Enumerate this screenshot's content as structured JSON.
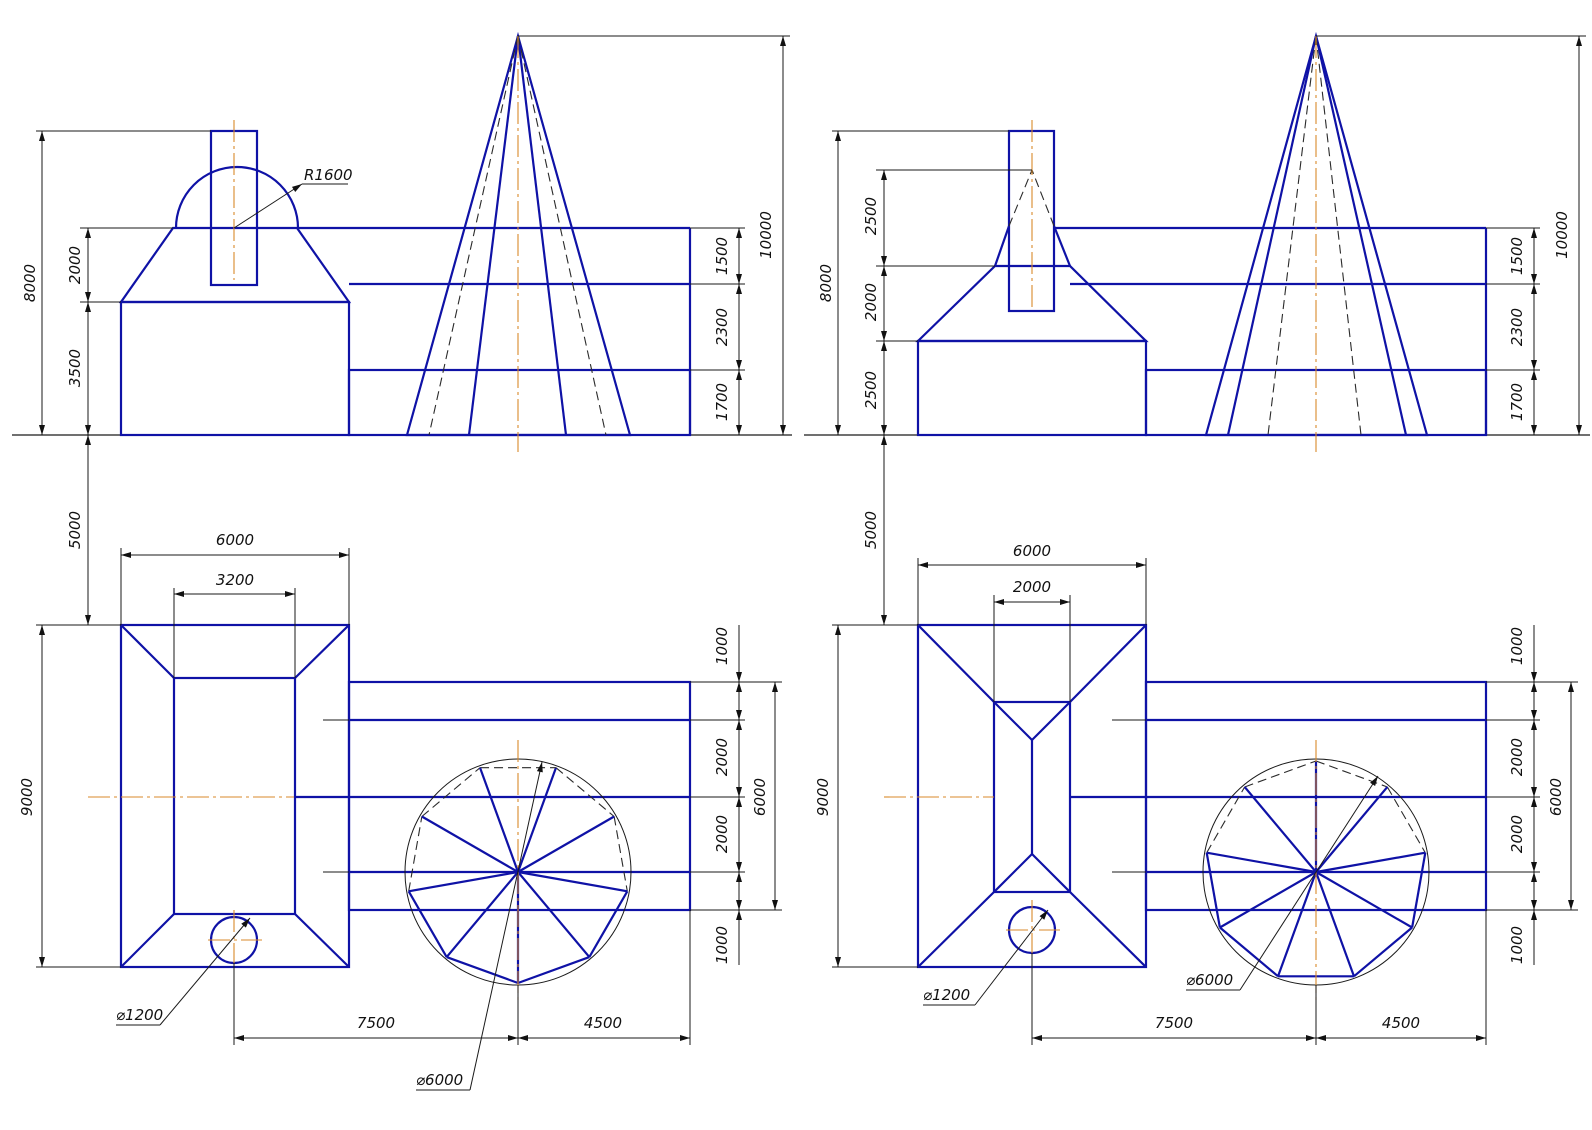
{
  "variants": [
    {
      "front": {
        "left_heights": [
          "8000",
          "2000",
          "3500"
        ],
        "radius": "R1600",
        "right_heights": [
          "1500",
          "2300",
          "1700"
        ],
        "total_height": "10000"
      },
      "gap": "5000",
      "plan": {
        "width_total": "6000",
        "width_inner": "3200",
        "depth_total": "9000",
        "right_parts": [
          "1000",
          "2000",
          "2000",
          "1000"
        ],
        "right_total": "6000",
        "small_diameter": "⌀1200",
        "large_diameter": "⌀6000",
        "spacing": [
          "7500",
          "4500"
        ]
      }
    },
    {
      "front": {
        "left_heights": [
          "8000",
          "2500",
          "2000",
          "2500"
        ],
        "right_heights": [
          "1500",
          "2300",
          "1700"
        ],
        "total_height": "10000"
      },
      "gap": "5000",
      "plan": {
        "width_total": "6000",
        "width_inner": "2000",
        "depth_total": "9000",
        "right_parts": [
          "1000",
          "2000",
          "2000",
          "1000"
        ],
        "right_total": "6000",
        "small_diameter": "⌀1200",
        "large_diameter": "⌀6000",
        "spacing": [
          "7500",
          "4500"
        ]
      }
    }
  ]
}
